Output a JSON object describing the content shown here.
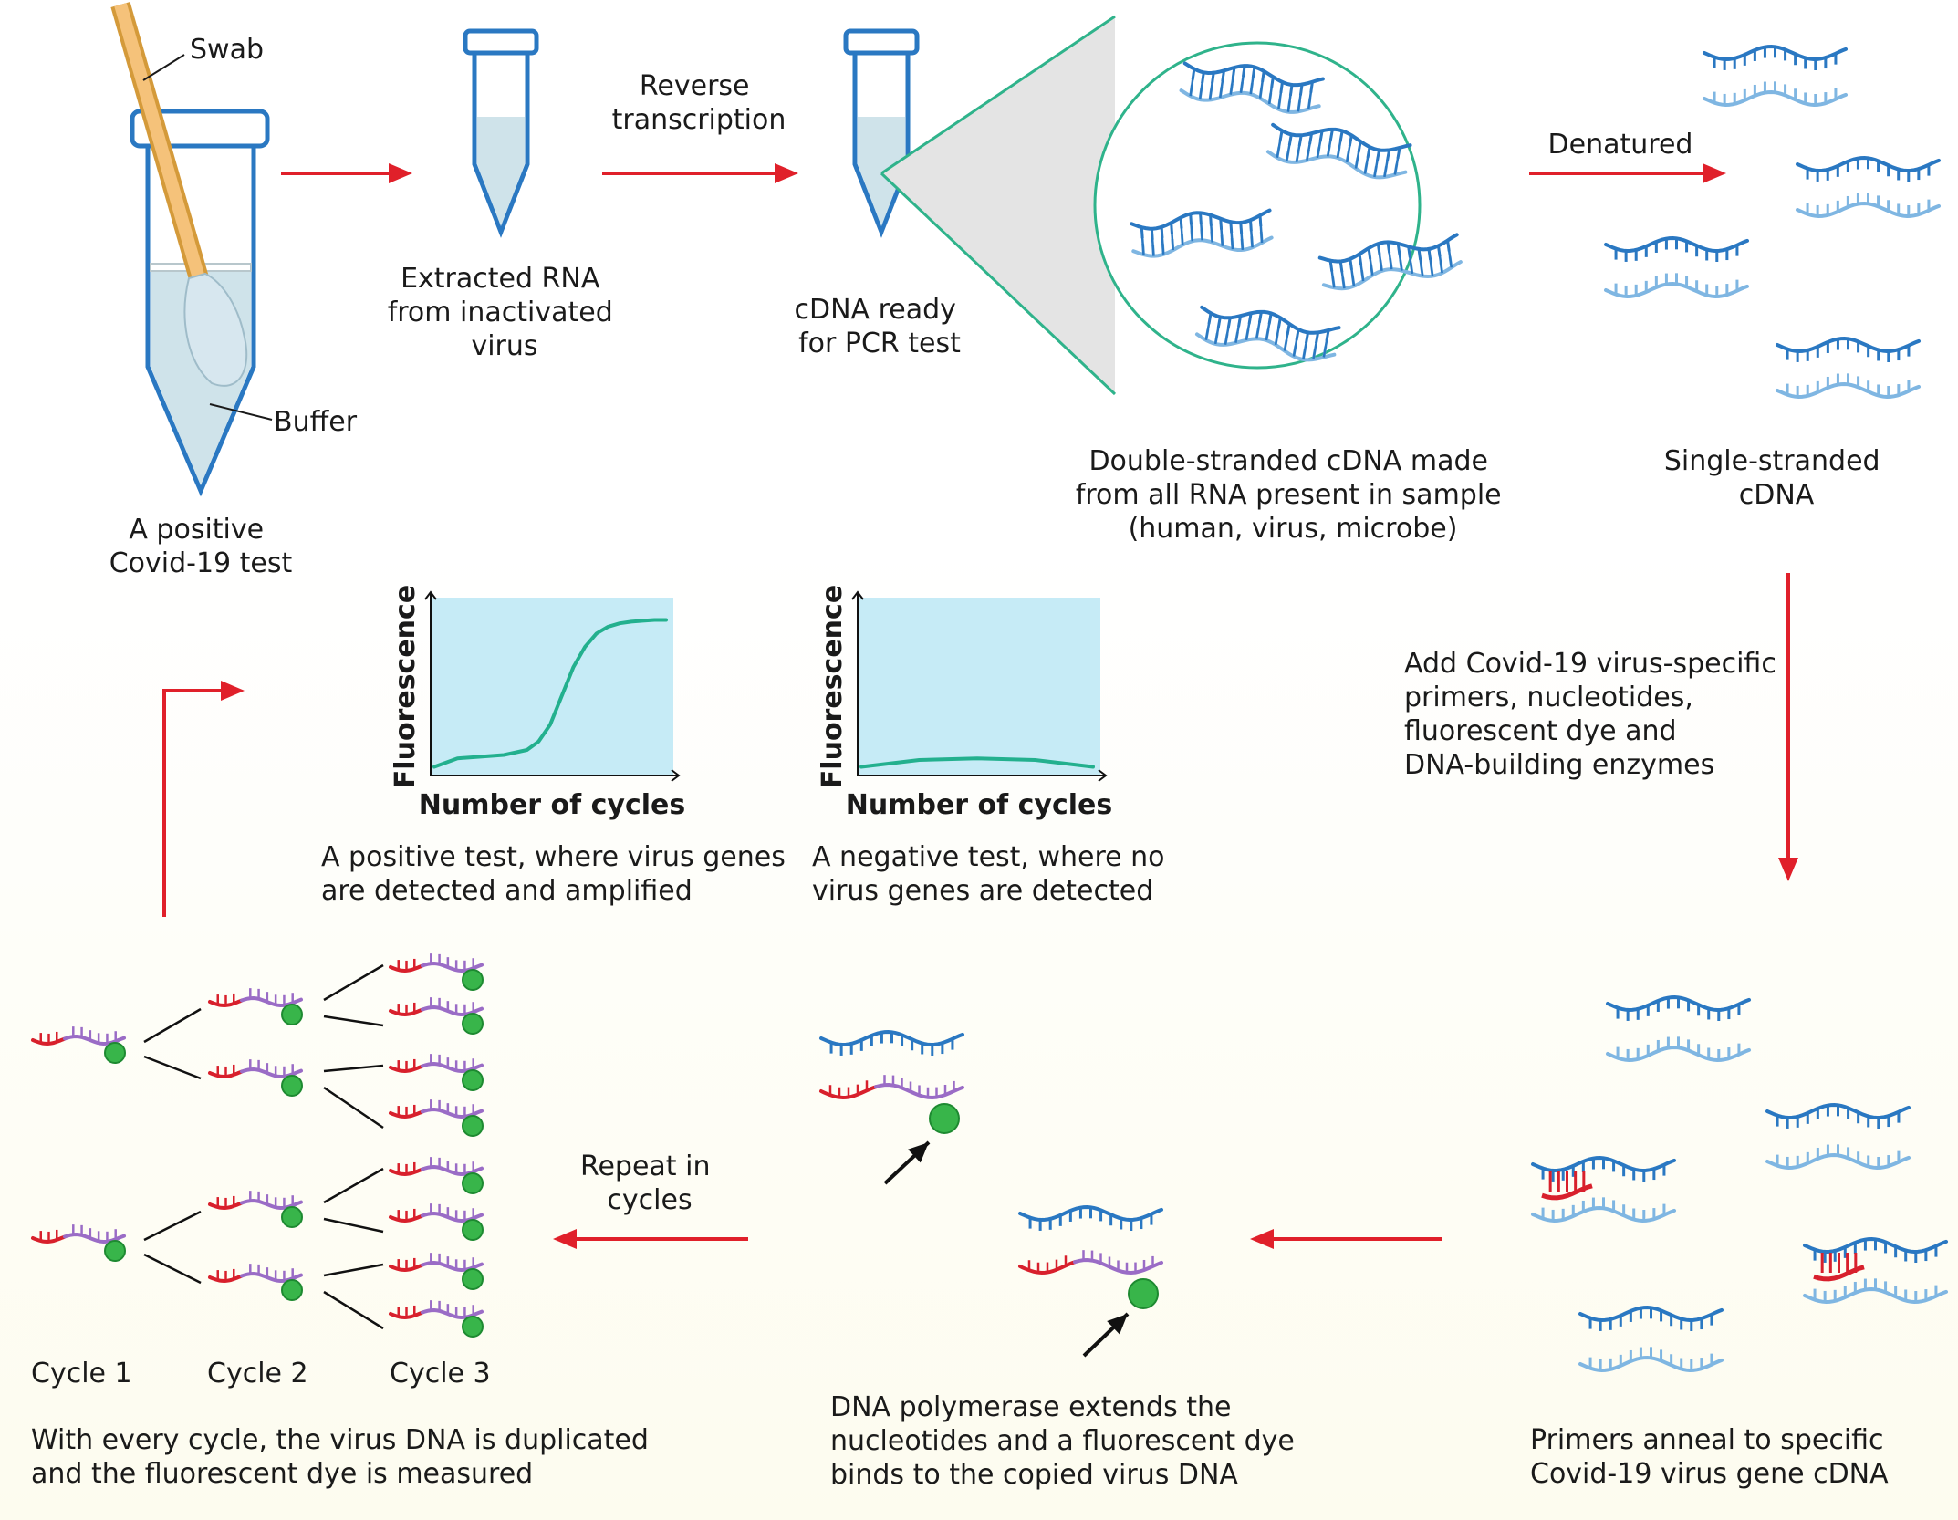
{
  "colors": {
    "arrow": "#e0202a",
    "strand_dark": "#2a78c2",
    "strand_light": "#7fb6e2",
    "primer": "#d8202c",
    "copied": "#9a6cc6",
    "dye": "#38b54a",
    "curve": "#23b08e",
    "plot_bg": "#c6ebf6",
    "panel_bg": "#fdfcef",
    "magnifier": "#2fb38b"
  },
  "labels": {
    "swab": "Swab",
    "buffer": "Buffer",
    "positive_test": [
      "A positive",
      "Covid-19 test"
    ],
    "extracted_rna": [
      "Extracted RNA",
      "from inactivated",
      "virus"
    ],
    "reverse_transcription": [
      "Reverse",
      "transcription"
    ],
    "cdna_ready": [
      "cDNA ready",
      "for PCR test"
    ],
    "double_stranded": [
      "Double-stranded cDNA made",
      "from all RNA present in sample",
      "(human, virus, microbe)"
    ],
    "denatured": "Denatured",
    "single_stranded": [
      "Single-stranded",
      "cDNA"
    ],
    "add_reagents": [
      "Add Covid-19 virus-specific",
      "primers, nucleotides,",
      "fluorescent dye and",
      "DNA-building enzymes"
    ],
    "primers_anneal": [
      "Primers anneal to specific",
      "Covid-19 virus gene cDNA"
    ],
    "polymerase": [
      "DNA polymerase extends the",
      "nucleotides and a fluorescent dye",
      "binds to the copied virus DNA"
    ],
    "repeat": [
      "Repeat in",
      "cycles"
    ],
    "cycle1": "Cycle 1",
    "cycle2": "Cycle 2",
    "cycle3": "Cycle 3",
    "every_cycle": [
      "With every cycle, the virus DNA is duplicated",
      "and the fluorescent dye is measured"
    ],
    "positive_caption": [
      "A positive test, where virus genes",
      "are detected and amplified"
    ],
    "negative_caption": [
      "A negative test, where no",
      "virus genes are detected"
    ]
  },
  "chart_data": [
    {
      "type": "line",
      "xlabel": "Number of cycles",
      "ylabel": "Fluorescence",
      "x": [
        0,
        10,
        20,
        30,
        40,
        45,
        50,
        55,
        60,
        65,
        70,
        75,
        80,
        85,
        90,
        95,
        100
      ],
      "series": [
        {
          "values": [
            3,
            8,
            9,
            10,
            13,
            18,
            28,
            45,
            62,
            74,
            82,
            86,
            88,
            89,
            89.5,
            90,
            90
          ]
        }
      ]
    },
    {
      "type": "line",
      "xlabel": "Number of cycles",
      "ylabel": "Fluorescence",
      "x": [
        0,
        25,
        50,
        75,
        100
      ],
      "series": [
        {
          "values": [
            3,
            7,
            8,
            7,
            3
          ]
        }
      ]
    }
  ]
}
